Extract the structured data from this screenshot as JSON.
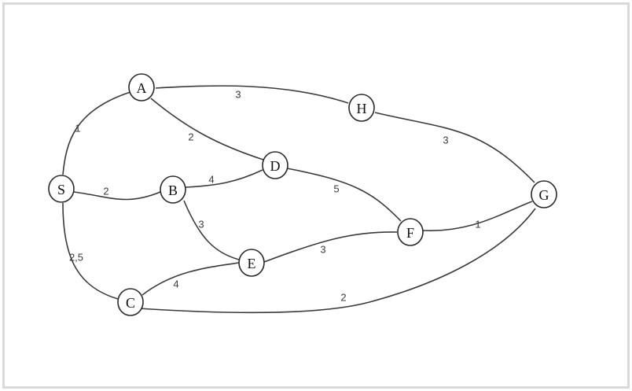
{
  "graph": {
    "nodes": [
      {
        "id": "S",
        "label": "S"
      },
      {
        "id": "A",
        "label": "A"
      },
      {
        "id": "B",
        "label": "B"
      },
      {
        "id": "C",
        "label": "C"
      },
      {
        "id": "D",
        "label": "D"
      },
      {
        "id": "E",
        "label": "E"
      },
      {
        "id": "F",
        "label": "F"
      },
      {
        "id": "G",
        "label": "G"
      },
      {
        "id": "H",
        "label": "H"
      }
    ],
    "edges": [
      {
        "from": "S",
        "to": "A",
        "weight": "1"
      },
      {
        "from": "S",
        "to": "B",
        "weight": "2"
      },
      {
        "from": "S",
        "to": "C",
        "weight": "2,5"
      },
      {
        "from": "A",
        "to": "H",
        "weight": "3"
      },
      {
        "from": "A",
        "to": "D",
        "weight": "2"
      },
      {
        "from": "B",
        "to": "D",
        "weight": "4"
      },
      {
        "from": "B",
        "to": "E",
        "weight": "3"
      },
      {
        "from": "D",
        "to": "F",
        "weight": "5"
      },
      {
        "from": "H",
        "to": "G",
        "weight": "3"
      },
      {
        "from": "C",
        "to": "E",
        "weight": "4"
      },
      {
        "from": "E",
        "to": "F",
        "weight": "3"
      },
      {
        "from": "F",
        "to": "G",
        "weight": "1"
      },
      {
        "from": "C",
        "to": "G",
        "weight": "2"
      }
    ]
  }
}
